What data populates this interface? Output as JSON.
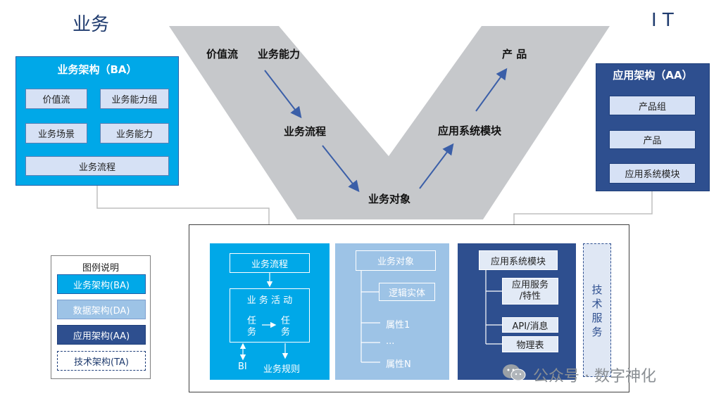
{
  "headers": {
    "business": "业务",
    "it": "I T"
  },
  "colors": {
    "ba": "#00a8e8",
    "da": "#9dc3e6",
    "aa": "#2e4f8f",
    "v_shape": "#c6c8cb",
    "arrow": "#3b5fa8"
  },
  "v_diagram": {
    "value_stream": "价值流",
    "business_capability": "业务能力",
    "business_process": "业务流程",
    "business_object": "业务对象",
    "app_module": "应用系统模块",
    "product": "产 品"
  },
  "ba_panel": {
    "title": "业务架构（BA）",
    "value_stream": "价值流",
    "capability_group": "业务能力组",
    "scenario": "业务场景",
    "capability": "业务能力",
    "process": "业务流程"
  },
  "aa_panel": {
    "title": "应用架构（AA）",
    "product_group": "产品组",
    "product": "产品",
    "module": "应用系统模块"
  },
  "legend": {
    "title": "图例说明",
    "ba": "业务架构(BA)",
    "da": "数据架构(DA)",
    "aa": "应用架构(AA)",
    "ta": "技术架构(TA)"
  },
  "bottom": {
    "ba": {
      "process": "业务流程",
      "activity": "业 务 活 动",
      "task1": "任\n务",
      "task2": "任\n务",
      "bi": "BI",
      "rules": "业务规则"
    },
    "da": {
      "object": "业务对象",
      "entity": "逻辑实体",
      "attr1": "属性1",
      "dots": "...",
      "attrn": "属性N"
    },
    "aa": {
      "module": "应用系统模块",
      "service": "应用服务\n/特性",
      "api": "API/消息",
      "table": "物理表"
    },
    "ta": {
      "label": "技\n术\n服\n务"
    }
  },
  "watermark": {
    "text": "公众号 · 数字神化"
  }
}
